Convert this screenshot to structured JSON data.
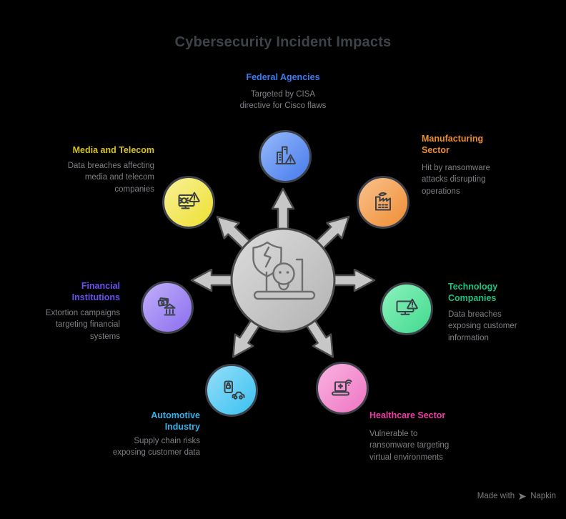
{
  "title": "Cybersecurity Incident Impacts",
  "title_color": "#3e434a",
  "background": "#000000",
  "center": {
    "icon": "hacked-laptop-and-broken-shield",
    "fill_light": "#dcdcdc",
    "fill_dark": "#b3b3b3",
    "stroke": "#4c4c4c"
  },
  "nodes": [
    {
      "id": "federal-agencies",
      "label": "Federal Agencies",
      "description": "Targeted by CISA directive for Cisco flaws",
      "accent": "#3b7cf3",
      "circle_light": "#8fb4f8",
      "circle_dark": "#4d7fee",
      "icon": "government-buildings-alert"
    },
    {
      "id": "manufacturing-sector",
      "label": "Manufacturing Sector",
      "description": "Hit by ransomware attacks disrupting operations",
      "accent": "#ef8d2d",
      "circle_light": "#f8bd85",
      "circle_dark": "#f0923a",
      "icon": "factory"
    },
    {
      "id": "technology-companies",
      "label": "Technology Companies",
      "description": "Data breaches exposing customer information",
      "accent": "#1ec37f",
      "circle_light": "#86f0b9",
      "circle_dark": "#47dc92",
      "icon": "monitor-alert"
    },
    {
      "id": "healthcare-sector",
      "label": "Healthcare Sector",
      "description": "Vulnerable to ransomware targeting virtual environments",
      "accent": "#ee3ca6",
      "circle_light": "#f8aede",
      "circle_dark": "#f07ac6",
      "icon": "medical-laptop-wifi"
    },
    {
      "id": "automotive-industry",
      "label": "Automotive Industry",
      "description": "Supply chain risks exposing customer data",
      "accent": "#2fb3e8",
      "circle_light": "#8edcf8",
      "circle_dark": "#41c3f2",
      "icon": "phone-lock-and-car"
    },
    {
      "id": "financial-institutions",
      "label": "Financial Institutions",
      "description": "Extortion campaigns targeting financial systems",
      "accent": "#6d4ef0",
      "circle_light": "#bcaaf8",
      "circle_dark": "#8f73f0",
      "icon": "cash-and-bank"
    },
    {
      "id": "media-and-telecom",
      "label": "Media and Telecom",
      "description": "Data breaches affecting media and telecom companies",
      "accent": "#d9c31d",
      "circle_light": "#f7f08e",
      "circle_dark": "#efe13a",
      "icon": "monitor-virus-alert"
    }
  ],
  "footer": {
    "text_prefix": "Made with",
    "brand": "Napkin",
    "color": "#7a7a7a"
  }
}
